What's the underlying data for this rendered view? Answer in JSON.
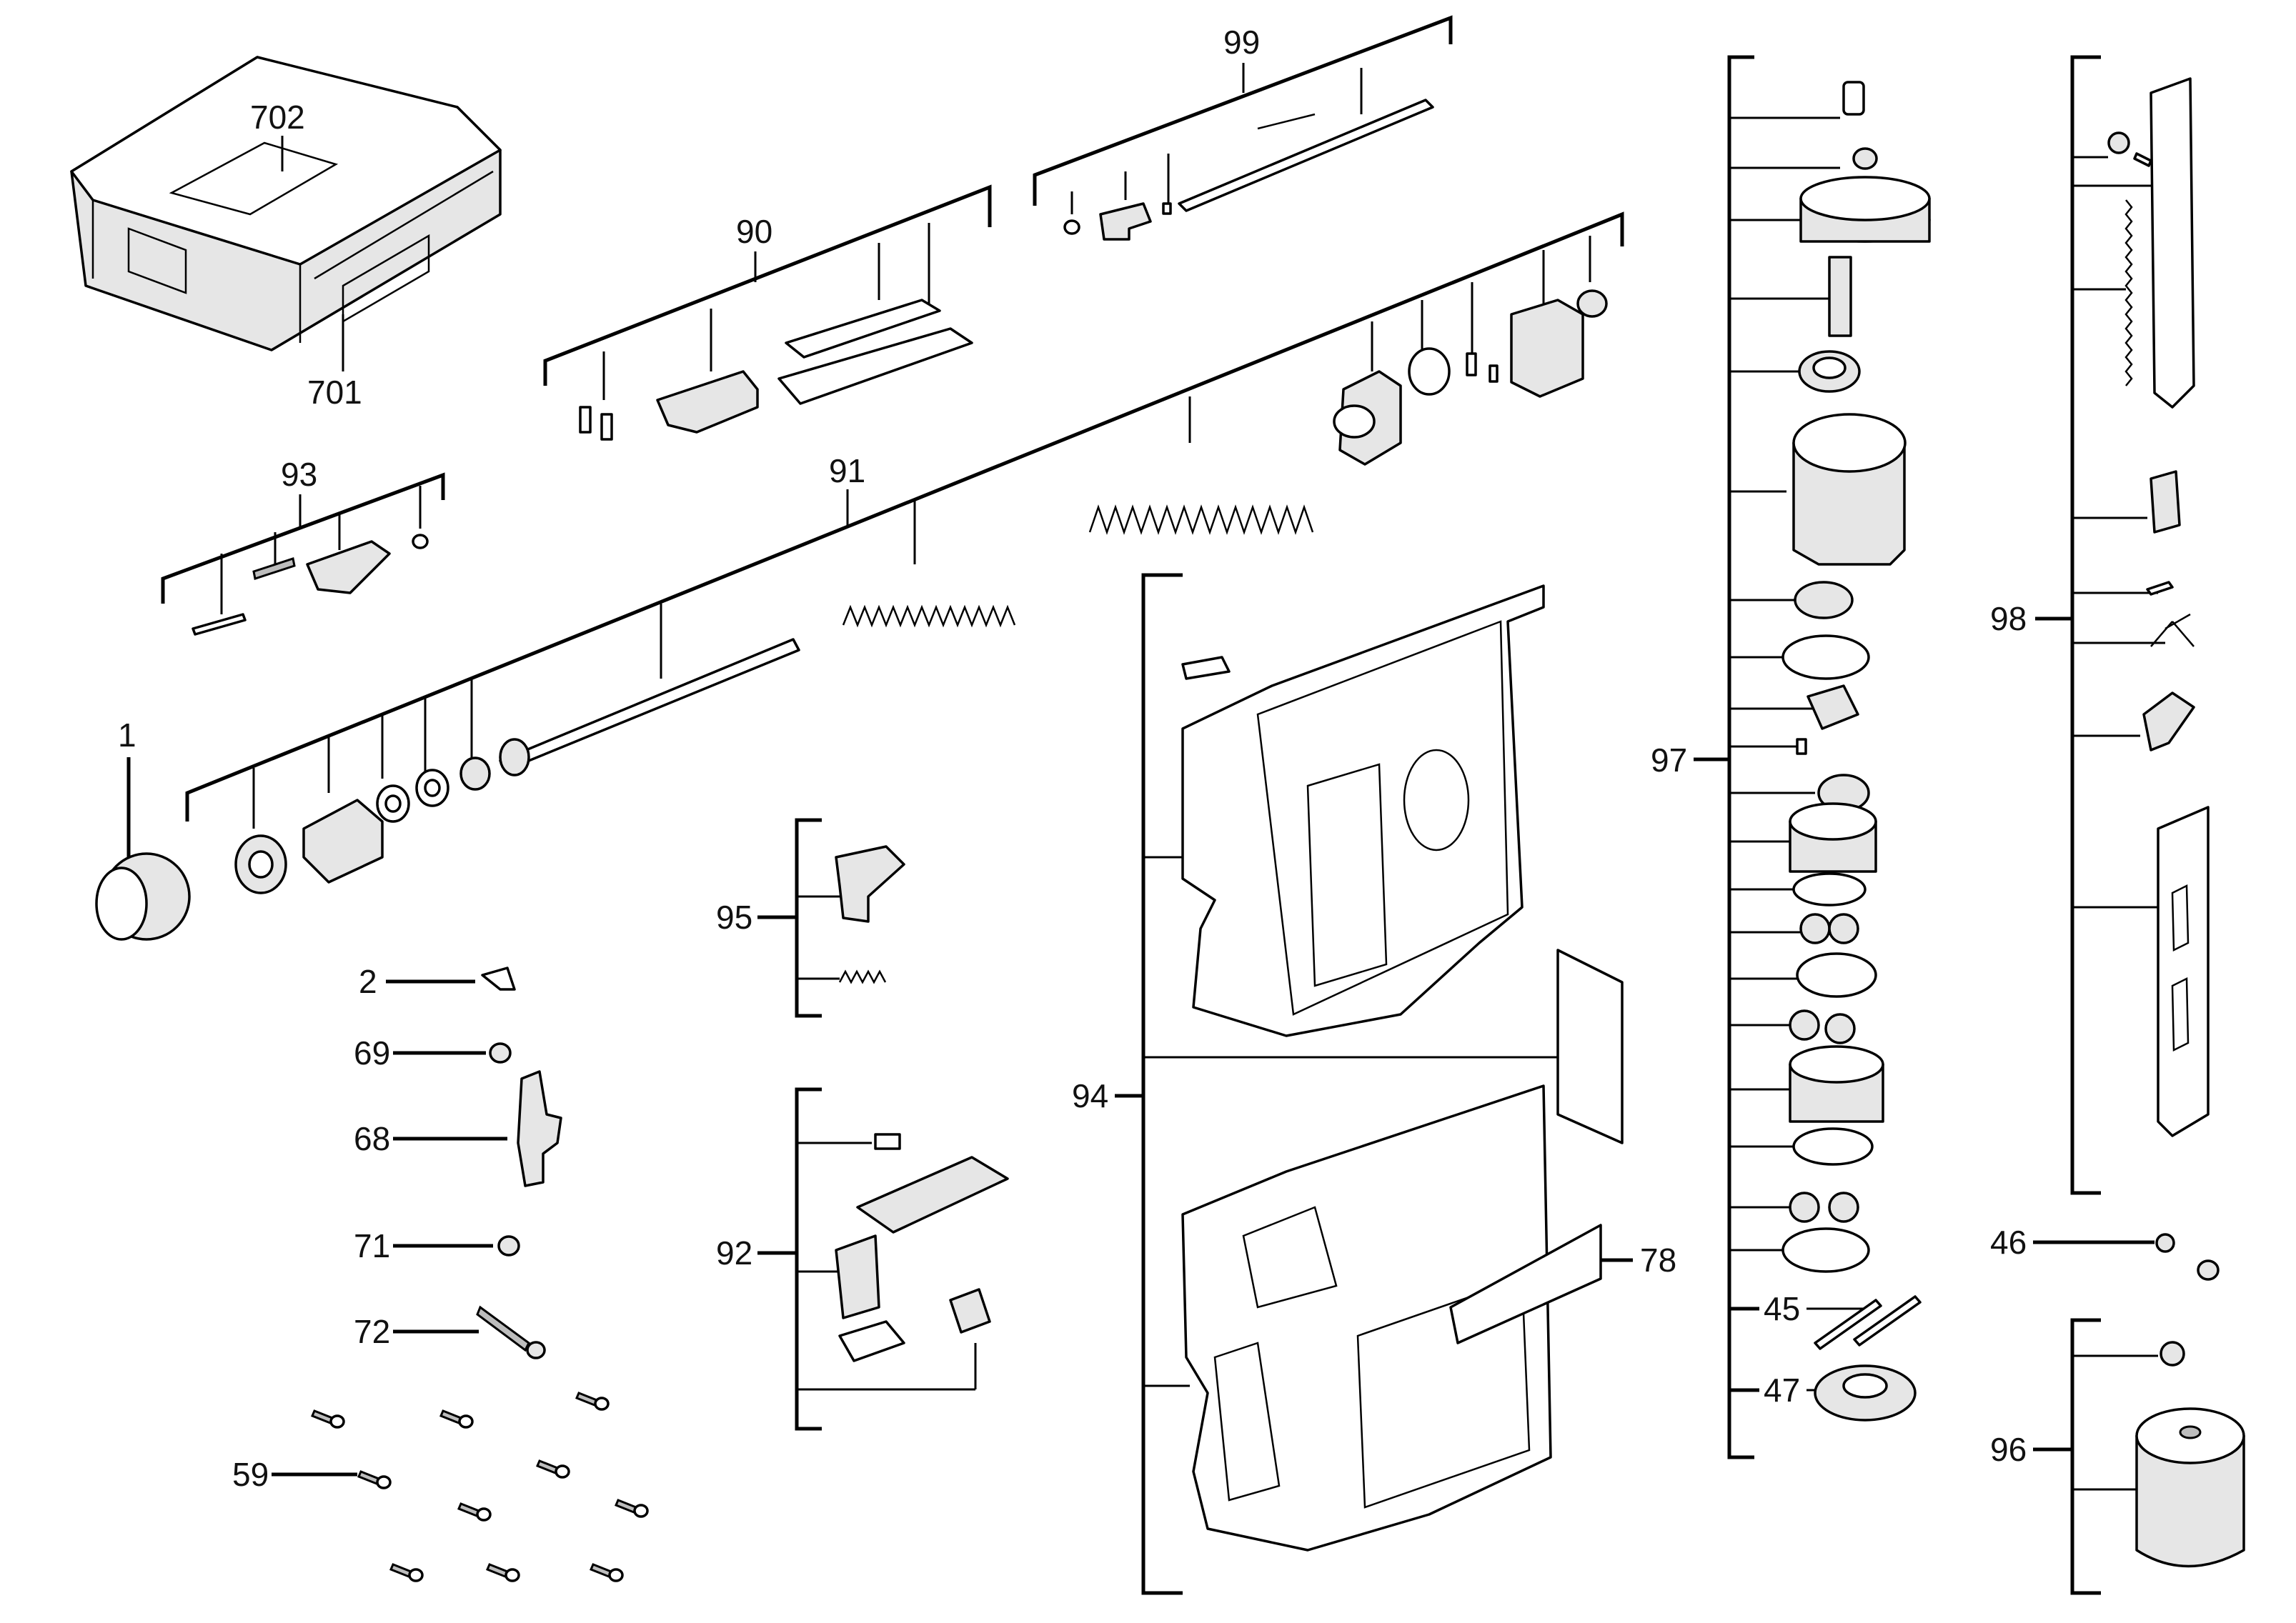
{
  "callouts": {
    "c702": "702",
    "c701": "701",
    "c99": "99",
    "c90": "90",
    "c93": "93",
    "c91": "91",
    "c1": "1",
    "c95": "95",
    "c2": "2",
    "c69": "69",
    "c68": "68",
    "c71": "71",
    "c72": "72",
    "c59": "59",
    "c92": "92",
    "c94": "94",
    "c78": "78",
    "c97": "97",
    "c45": "45",
    "c47": "47",
    "c98": "98",
    "c46": "46",
    "c96": "96"
  },
  "colors": {
    "line": "#000000",
    "background": "#ffffff",
    "part_fill": "#e6e6e6"
  }
}
